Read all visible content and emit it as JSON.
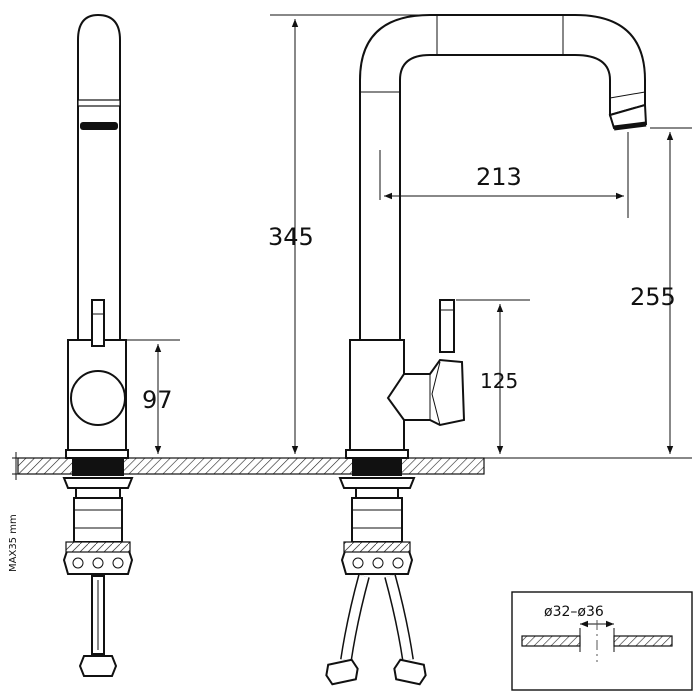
{
  "dimensions": {
    "total_height": "345",
    "reach": "213",
    "spout_height": "255",
    "lever_height": "125",
    "body_height": "97",
    "max_thickness": "MAX35 mm",
    "hole_diameter": "ø32–ø36"
  }
}
